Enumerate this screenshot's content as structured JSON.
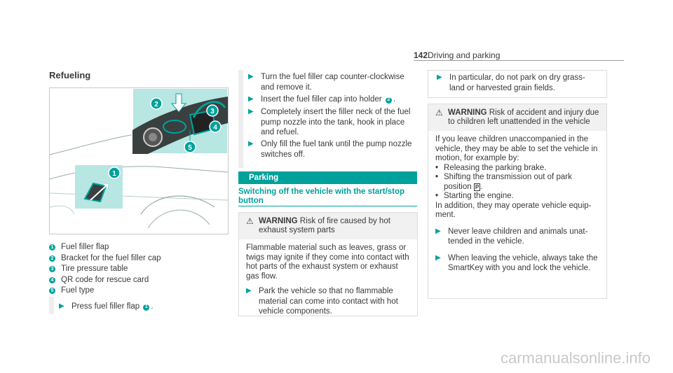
{
  "header": {
    "page_number": "142",
    "section": "Driving and parking"
  },
  "refueling": {
    "title": "Refueling",
    "legend": [
      {
        "num": "1",
        "text": "Fuel filler flap"
      },
      {
        "num": "2",
        "text": "Bracket for the fuel filler cap"
      },
      {
        "num": "3",
        "text": "Tire pressure table"
      },
      {
        "num": "4",
        "text": "QR code for rescue card"
      },
      {
        "num": "5",
        "text": "Fuel type"
      }
    ],
    "step_press": "Press fuel filler flap",
    "step_press_num": "1",
    "step_press_end": "."
  },
  "figure": {
    "callouts": [
      "1",
      "2",
      "3",
      "4",
      "5"
    ]
  },
  "column2": {
    "step1": "Turn the fuel filler cap counter-clockwise and remove it.",
    "step2": "Insert the fuel filler cap into holder",
    "step2_num": "2",
    "step2_end": ".",
    "step3": "Completely insert the filler neck of the fuel pump nozzle into the tank, hook in place and refuel.",
    "step4": "Only fill the fuel tank until the pump nozzle switches off."
  },
  "parking": {
    "band": "Parking",
    "subtitle": "Switching off the vehicle with the start/stop button",
    "warning1": {
      "label": "WARNING",
      "head": "Risk of fire caused by hot exhaust system parts",
      "body": "Flammable material such as leaves, grass or twigs may ignite if they come into contact with hot parts of the exhaust system or exhaust gas flow.",
      "step": "Park the vehicle so that no flammable material can come into contact with hot vehicle components."
    }
  },
  "column3": {
    "step_top": "In particular, do not park on dry grass-land or harvested grain fields.",
    "warning2": {
      "label": "WARNING",
      "head": "Risk of accident and injury due to children left unattended in the vehicle",
      "body": "If you leave children unaccompanied in the vehicle, they may be able to set the vehicle in motion, for example by:",
      "bullets": [
        "Releasing the parking brake.",
        "Shifting the transmission out of park position",
        "Starting the engine."
      ],
      "park_symbol": "P",
      "after": "In addition, they may operate vehicle equip-ment.",
      "step1": "Never leave children and animals unat-tended in the vehicle.",
      "step2": "When leaving the vehicle, always take the SmartKey with you and lock the vehicle."
    }
  },
  "footer": {
    "watermark": "carmanualsonline.info"
  },
  "colors": {
    "accent": "#00a19b",
    "text": "#3a3a3a"
  }
}
